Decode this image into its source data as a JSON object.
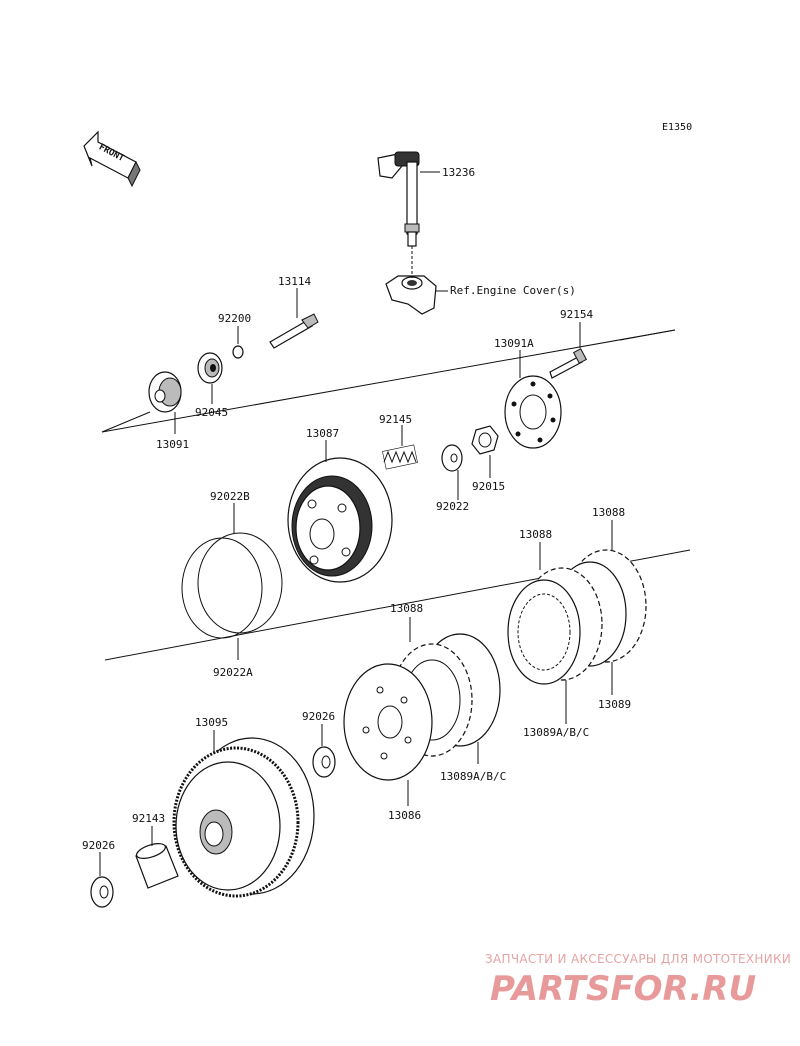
{
  "diagram": {
    "code": "E1350",
    "front_label": "FRONT",
    "ref_label": "Ref.Engine Cover(s)",
    "part_labels": {
      "p13236": "13236",
      "p13114": "13114",
      "p92200": "92200",
      "p92045": "92045",
      "p13091": "13091",
      "p92154": "92154",
      "p13091a": "13091A",
      "p92145": "92145",
      "p13087": "13087",
      "p92015": "92015",
      "p92022": "92022",
      "p92022b": "92022B",
      "p92022a": "92022A",
      "p13088_top": "13088",
      "p13088_mid": "13088",
      "p13088_left": "13088",
      "p13089": "13089",
      "p13089abc_right": "13089A/B/C",
      "p13089abc_left": "13089A/B/C",
      "p13095": "13095",
      "p92026_right": "92026",
      "p13086": "13086",
      "p92143": "92143",
      "p92026_left": "92026"
    }
  },
  "watermark": {
    "top_text": "ЗАПЧАСТИ И АКСЕССУАРЫ ДЛЯ МОТОТЕХНИКИ",
    "logo_text": "PARTSFOR.RU"
  }
}
